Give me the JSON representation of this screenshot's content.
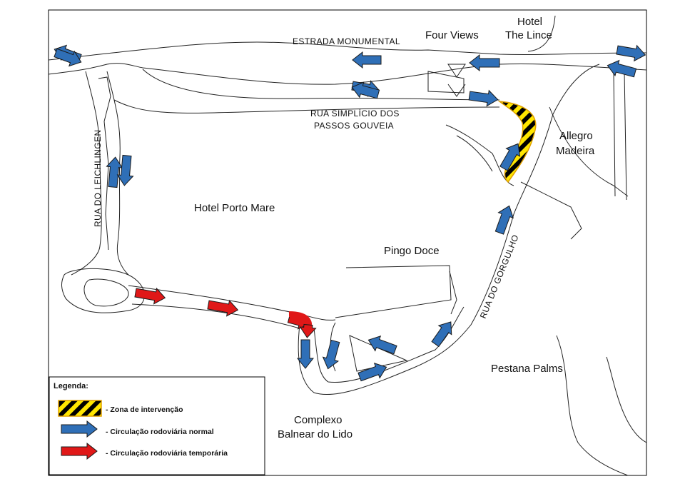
{
  "colors": {
    "normal_arrow": "#2f6fb7",
    "temporary_arrow": "#e01818",
    "zone_yellow": "#ffe600",
    "zone_black": "#000000"
  },
  "streets": {
    "estrada_monumental": "ESTRADA MONUMENTAL",
    "simplicio_line1": "RUA SIMPLÍCIO DOS",
    "simplicio_line2": "PASSOS GOUVEIA",
    "leichlingen": "RUA DO LEICHLINGEN",
    "gorgulho": "RUA DO GORGULHO"
  },
  "places": {
    "four_views": "Four Views",
    "lince_line1": "Hotel",
    "lince_line2": "The Lince",
    "allegro_line1": "Allegro",
    "allegro_line2": "Madeira",
    "porto_mare": "Hotel Porto Mare",
    "pingo_doce": "Pingo Doce",
    "pestana_palms": "Pestana Palms",
    "lido_line1": "Complexo",
    "lido_line2": "Balnear do Lido"
  },
  "legend": {
    "title": "Legenda:",
    "items": [
      {
        "symbol": "hatch-zone",
        "label": "- Zona de intervenção"
      },
      {
        "symbol": "normal-arrow",
        "label": "- Circulação rodoviária normal"
      },
      {
        "symbol": "temporary-arrow",
        "label": "- Circulação rodoviária temporária"
      }
    ]
  }
}
